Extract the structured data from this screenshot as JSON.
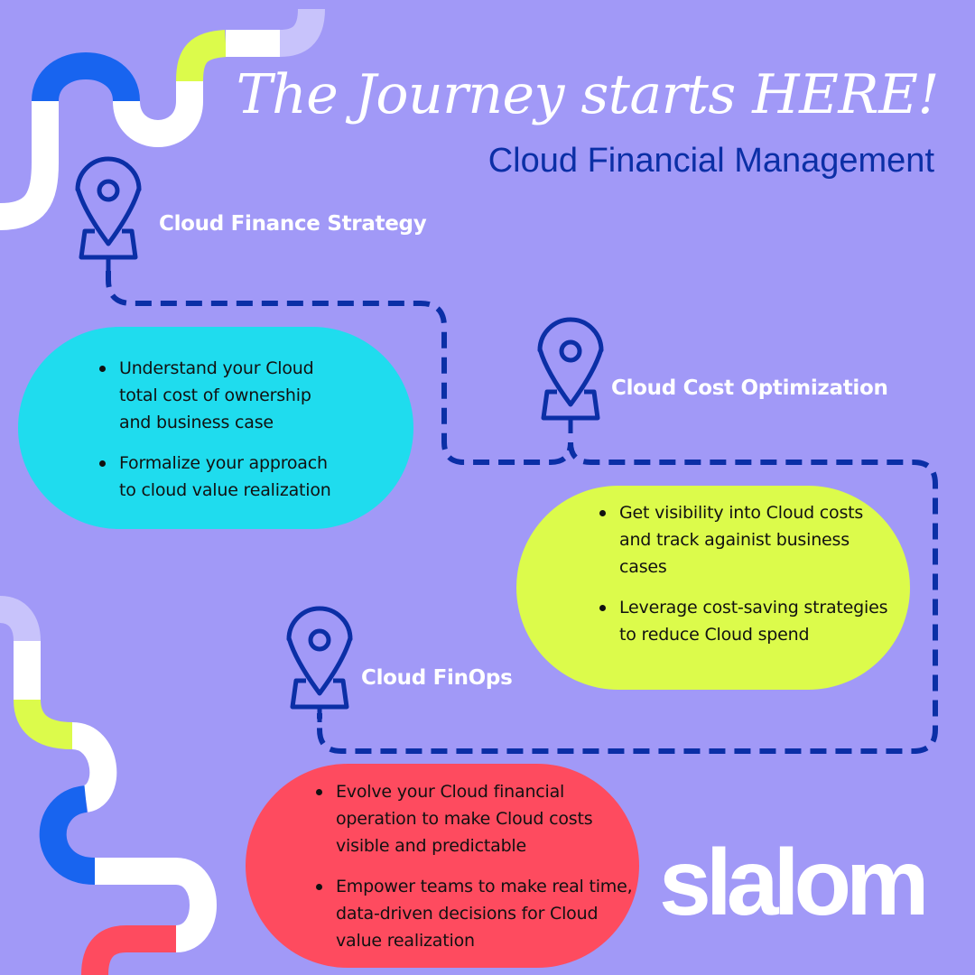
{
  "header": {
    "title": "The Journey starts HERE!",
    "subtitle": "Cloud Financial Management"
  },
  "stages": [
    {
      "label": "Cloud Finance Strategy",
      "bullets": [
        "Understand your Cloud total cost of ownership and business case",
        "Formalize your approach to cloud value realization"
      ]
    },
    {
      "label": "Cloud Cost Optimization",
      "bullets": [
        "Get visibility into Cloud costs and track againist business cases",
        "Leverage cost-saving strategies to reduce Cloud spend"
      ]
    },
    {
      "label": "Cloud FinOps",
      "bullets": [
        "Evolve your Cloud financial operation to make Cloud costs visible and predictable",
        "Empower teams to make real time, data-driven decisions for Cloud value realization"
      ]
    }
  ],
  "brand": {
    "logo_text": "slalom"
  },
  "colors": {
    "background": "#a199f7",
    "path_blue": "#0b2fa6",
    "strategy_card": "#1fdcee",
    "optimization_card": "#dcfb4b",
    "finops_card": "#fe4b5f",
    "ribbon_white": "#ffffff",
    "ribbon_blue": "#1864ef",
    "ribbon_lime": "#dcfb4b",
    "ribbon_lavender": "#c8c3fb",
    "ribbon_red": "#fe4b5f"
  },
  "icons": {
    "stage_marker": "map-pin-icon"
  }
}
